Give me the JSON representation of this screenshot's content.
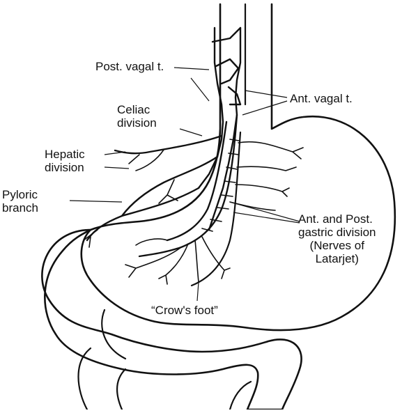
{
  "labels": {
    "post_vagal": "Post. vagal t.",
    "ant_vagal": "Ant. vagal t.",
    "celiac": [
      "Celiac",
      "division"
    ],
    "hepatic": [
      "Hepatic",
      "division"
    ],
    "pyloric": [
      "Pyloric",
      "branch"
    ],
    "gastric": [
      "Ant. and Post.",
      "gastric division",
      "(Nerves of",
      "Latarjet)"
    ],
    "crows_foot": "“Crow's foot”"
  }
}
